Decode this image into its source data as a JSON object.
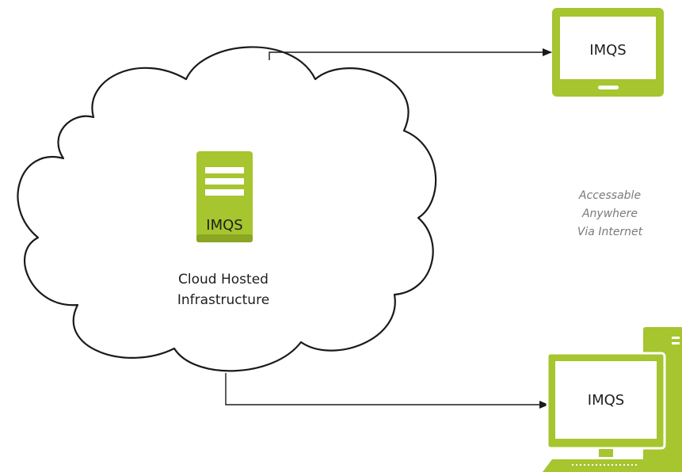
{
  "colors": {
    "accent": "#a6c52e",
    "accent_dark": "#8aa622",
    "stroke": "#1a1a1a",
    "note": "#7a7a7a"
  },
  "cloud": {
    "server_label": "IMQS",
    "caption_line1": "Cloud Hosted",
    "caption_line2": "Infrastructure"
  },
  "tablet": {
    "label": "IMQS",
    "icon": "tablet-icon"
  },
  "desktop": {
    "label": "IMQS",
    "icon": "desktop-computer-icon"
  },
  "note": {
    "line1": "Accessable",
    "line2": "Anywhere",
    "line3": "Via Internet"
  }
}
